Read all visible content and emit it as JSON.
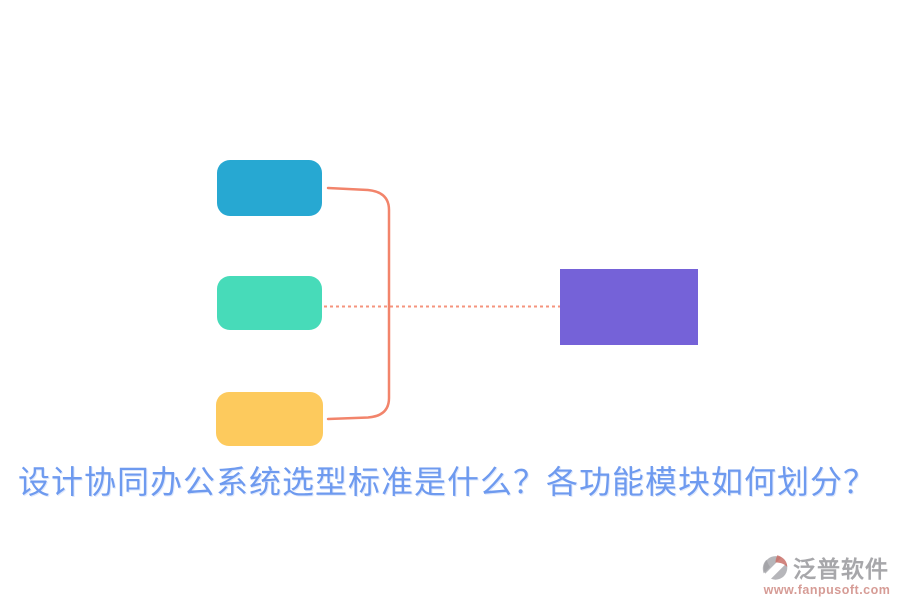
{
  "title": {
    "text": "设计协同办公系统选型标准是什么？各功能模块如何划分？",
    "color": "#6E9AEF"
  },
  "diagram": {
    "nodes": [
      {
        "id": "topic-1",
        "color": "#27A8D2"
      },
      {
        "id": "topic-2",
        "color": "#47DBB9"
      },
      {
        "id": "topic-3",
        "color": "#FDCA5D"
      },
      {
        "id": "main",
        "color": "#7562D8"
      }
    ],
    "bracket_color": "#F2846B",
    "dotted_color": "#F5947E"
  },
  "watermark": {
    "brand": "泛普软件",
    "brand_color": "#98989C",
    "url": "www.fanpusoft.com",
    "url_color": "#D08B84",
    "icon_gray": "#8E8E93",
    "icon_red": "#C2574F"
  }
}
